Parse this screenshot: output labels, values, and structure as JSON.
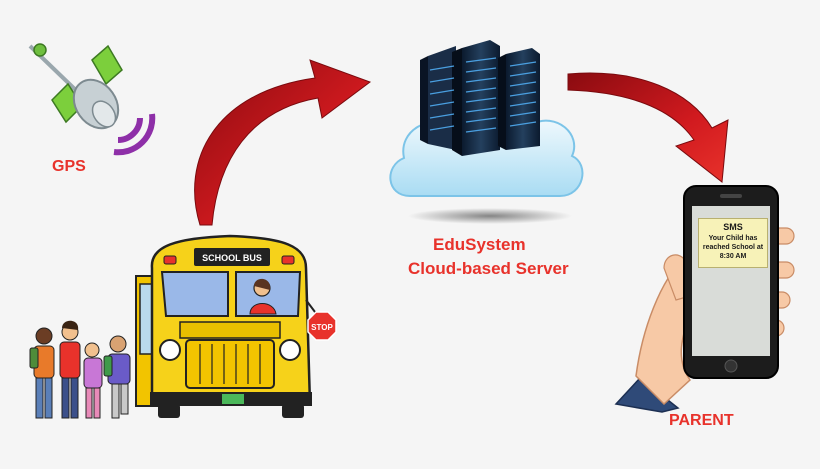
{
  "labels": {
    "gps": "GPS",
    "server_line1": "EduSystem",
    "server_line2": "Cloud-based Server",
    "parent": "PARENT"
  },
  "bus": {
    "sign": "SCHOOL BUS",
    "stop_sign": "STOP"
  },
  "phone": {
    "sms_title": "SMS",
    "sms_body": "Your Child has reached School at 8:30 AM"
  },
  "colors": {
    "label_red": "#e8322b",
    "arrow_red": "#c8141a",
    "bus_yellow": "#f6d21a",
    "cloud_blue": "#bfe6f8",
    "sms_yellow": "#f7f2b8"
  },
  "icons": [
    "satellite-icon",
    "server-rack-icon",
    "cloud-icon",
    "school-bus-icon",
    "smartphone-icon",
    "hand-icon"
  ]
}
